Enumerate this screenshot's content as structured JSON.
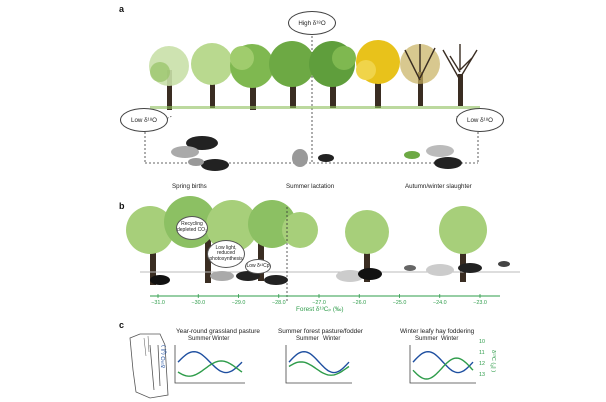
{
  "panel_a": {
    "letter": "a",
    "high": "High δ¹⁸O",
    "low_left": "Low δ¹⁸O",
    "low_right": "Low δ¹⁸O",
    "events": [
      "Spring births",
      "Summer lactation",
      "Autumn/winter slaughter"
    ]
  },
  "panel_b": {
    "letter": "b",
    "bubbles": [
      "Recycling depleted CO₂",
      "Low light, reduced photosynthesis",
      "Low δ¹³Cp"
    ],
    "ticks": [
      "−31.0",
      "−30.0",
      "−29.0",
      "−28.0",
      "−27.0",
      "−26.0",
      "−25.0",
      "−24.0",
      "−23.0"
    ],
    "axis_label": "Forest δ¹³Cₚ (‰)"
  },
  "panel_c": {
    "letter": "c",
    "charts": [
      {
        "title": "Year-round grassland pasture",
        "summer": "Summer",
        "winter": "Winter"
      },
      {
        "title": "Summer forest pasture/fodder",
        "summer": "Summer",
        "winter": "Winter"
      },
      {
        "title": "Winter leafy hay foddering",
        "summer": "Summer",
        "winter": "Winter"
      }
    ],
    "left_axis": "δ¹⁸O (‰)",
    "right_axis": "δ¹³C (‰)",
    "right_ticks": [
      "10",
      "11",
      "12",
      "13"
    ]
  },
  "colors": {
    "blue": "#1e4fa0",
    "green": "#2e9c4a",
    "tree_light": "#a7cf7a",
    "tree_dark": "#5f9e3c",
    "autumn": "#e8c21b"
  }
}
